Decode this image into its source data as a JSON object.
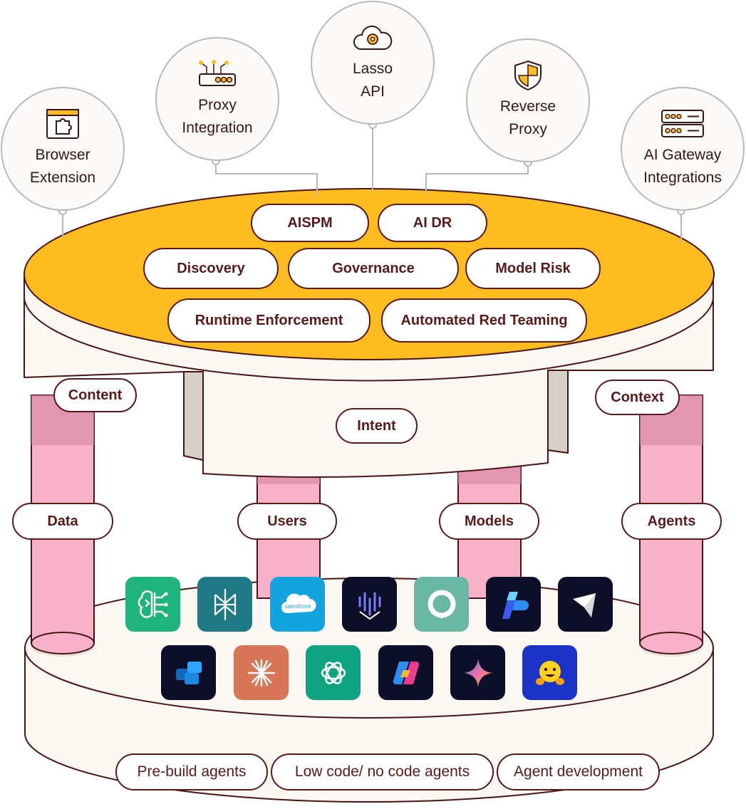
{
  "channels": [
    {
      "line1": "Browser",
      "line2": "Extension",
      "icon": "puzzle-browser-icon"
    },
    {
      "line1": "Proxy",
      "line2": "Integration",
      "icon": "router-icon"
    },
    {
      "line1": "Lasso",
      "line2": "API",
      "icon": "cloud-gear-icon"
    },
    {
      "line1": "Reverse",
      "line2": "Proxy",
      "icon": "shield-icon"
    },
    {
      "line1": "AI Gateway",
      "line2": "Integrations",
      "icon": "server-rack-icon"
    }
  ],
  "capabilities": [
    "AISPM",
    "AI DR",
    "Discovery",
    "Governance",
    "Model Risk",
    "Runtime Enforcement",
    "Automated Red Teaming"
  ],
  "signals": [
    "Content",
    "Intent",
    "Context"
  ],
  "pillars": [
    "Data",
    "Users",
    "Models",
    "Agents"
  ],
  "platforms": {
    "row1": [
      "brain-circuit-logo",
      "perplexity-logo",
      "salesforce-logo",
      "deep-sight-logo",
      "circle-ring-logo",
      "microsoft-copilot-studio-logo",
      "cursor-logo"
    ],
    "row2": [
      "power-apps-logo",
      "claude-logo",
      "chatgpt-logo",
      "microsoft-copilot-logo",
      "gemini-logo",
      "hugging-face-logo"
    ],
    "salesforce_text": "salesforce"
  },
  "agent_types": [
    "Pre-build agents",
    "Low code/ no code agents",
    "Agent development"
  ],
  "colors": {
    "top_disc": "#fdbc1f",
    "pillar": "#f7b1c9",
    "pillar_shadow": "#d98aa4",
    "label_text": "#5b1a1a",
    "cream": "#fbf8f3",
    "outline": "#4a1414"
  }
}
